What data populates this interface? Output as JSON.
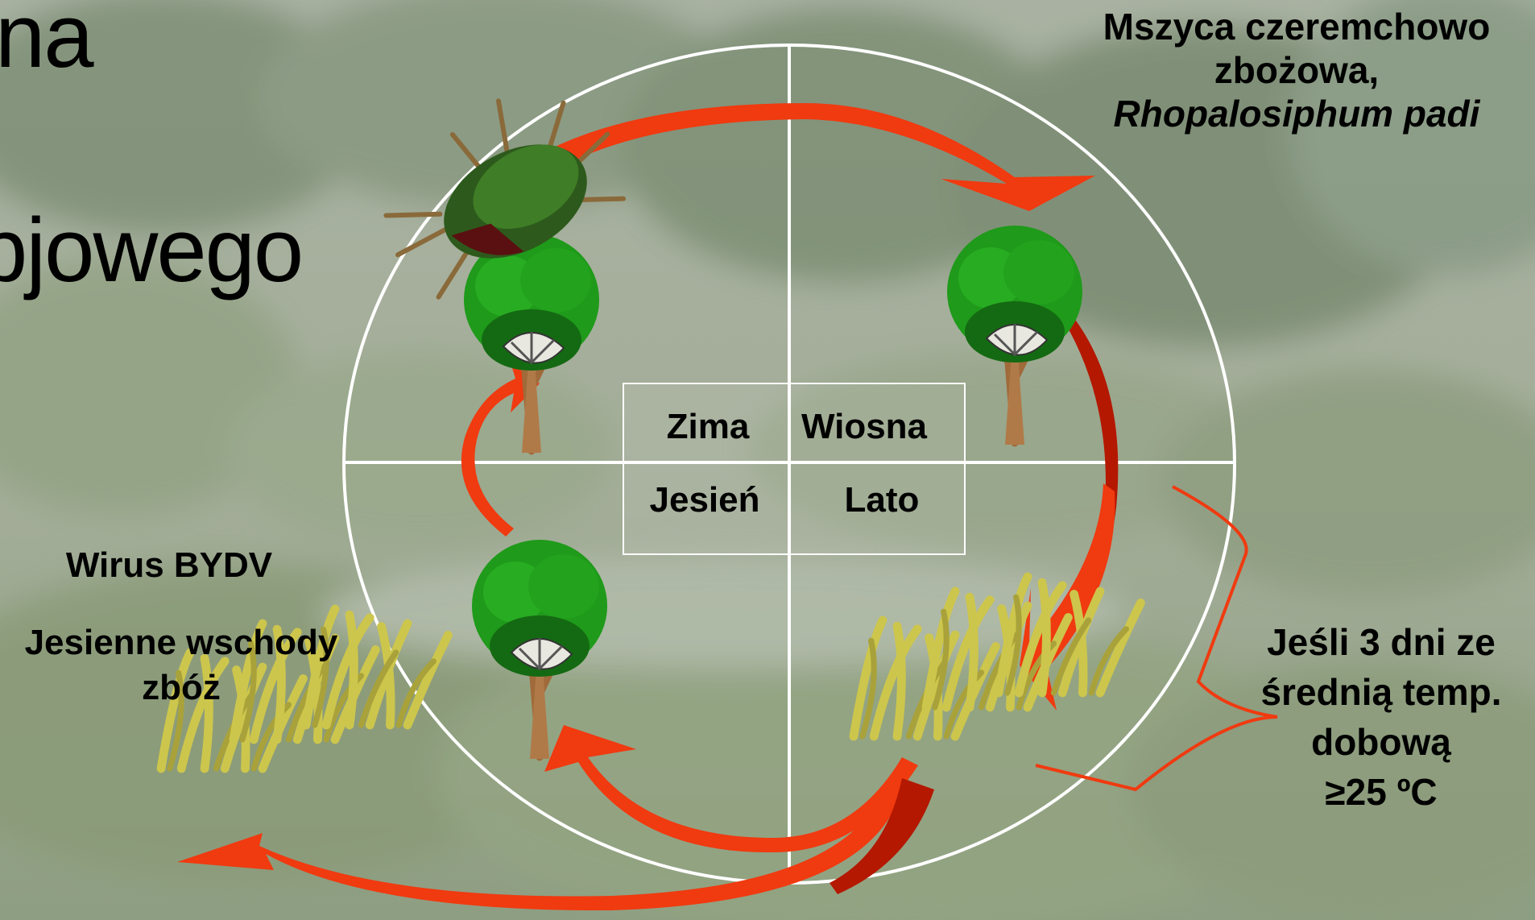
{
  "title": {
    "line1_fragment": "na",
    "line2_fragment": "bjowego"
  },
  "species": {
    "line1": "Mszyca czeremchowo",
    "line2": "zbożowa,",
    "latin": "Rhopalosiphum padi"
  },
  "seasons": {
    "winter": "Zima",
    "spring": "Wiosna",
    "autumn": "Jesień",
    "summer": "Lato"
  },
  "left_labels": {
    "virus": "Wirus BYDV",
    "host_line1": "Jesienne wschody",
    "host_line2": "zbóż"
  },
  "condition": {
    "line1": "Jeśli 3 dni ze",
    "line2": "średnią temp.",
    "line3": "dobową",
    "line4": "≥25 ºC"
  },
  "colors": {
    "arrow": "#f03a10",
    "arrow_dark": "#b41800",
    "circle": "#ffffff",
    "foliage": "#1f9a1a",
    "grass": "#c8c24a"
  },
  "icons": [
    "aphid-icon",
    "tree-icon",
    "grass-icon"
  ]
}
